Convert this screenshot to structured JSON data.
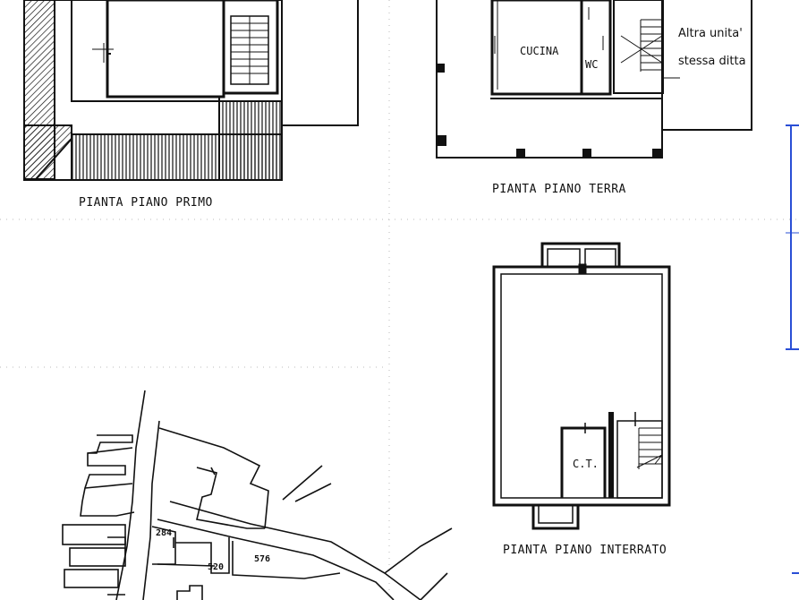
{
  "drawing": {
    "labels": {
      "piano_primo": "PIANTA PIANO PRIMO",
      "piano_terra": "PIANTA PIANO TERRA",
      "piano_interrato": "PIANTA PIANO INTERRATO"
    },
    "rooms": {
      "cucina": "CUCINA",
      "wc": "WC",
      "ct": "C.T."
    },
    "notes": {
      "altra_unita_line1": "Altra unita'",
      "altra_unita_line2": "stessa ditta"
    },
    "parcels": [
      "284",
      "520",
      "576"
    ],
    "colors": {
      "ink": "#111111",
      "accent_blue": "#2a4fd6"
    }
  }
}
